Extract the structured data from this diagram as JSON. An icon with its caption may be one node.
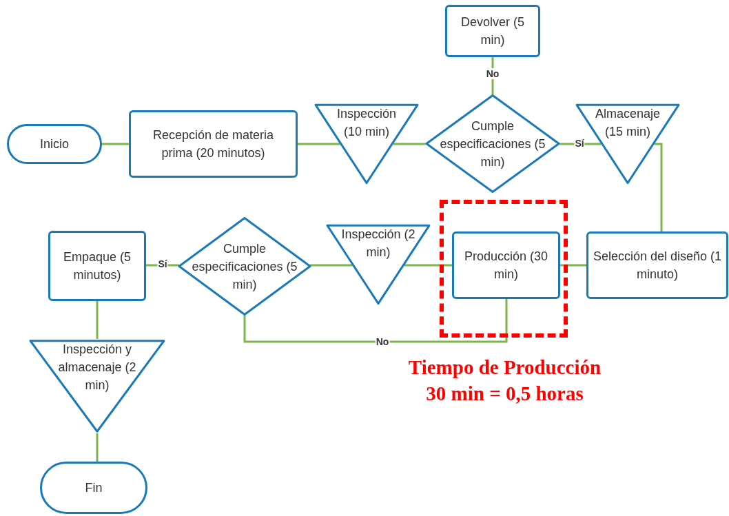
{
  "diagram": {
    "nodes": [
      {
        "text": [
          "Inicio"
        ]
      },
      {
        "text": [
          "Recepción de materia prima (20 minutos)"
        ]
      },
      {
        "text": [
          "Inspección (10 min)"
        ]
      },
      {
        "text": [
          "Cumple especificaciones (5 min)"
        ]
      },
      {
        "text": [
          "Devolver (5 min)"
        ]
      },
      {
        "text": [
          "Almacenaje (15 min)"
        ]
      },
      {
        "text": [
          "Selección del diseño (1 minuto)"
        ]
      },
      {
        "text": [
          "Producción (30 min)"
        ]
      },
      {
        "text": [
          "Inspección (2 min)"
        ]
      },
      {
        "text": [
          "Cumple especificaciones (5 min)"
        ]
      },
      {
        "text": [
          "Empaque (5 minutos)"
        ]
      },
      {
        "text": [
          "Inspección y almacenaje (2 min)"
        ]
      },
      {
        "text": [
          "Fin"
        ]
      }
    ],
    "edges": [
      {
        "from": 0,
        "to": 1,
        "arrow": "none"
      },
      {
        "from": 1,
        "to": 2,
        "arrow": "none"
      },
      {
        "from": 2,
        "to": 3,
        "arrow": "none"
      },
      {
        "from": 3,
        "to": 4,
        "arrow": "none",
        "label": "No"
      },
      {
        "from": 3,
        "to": 5,
        "arrow": "none",
        "label": "Sí"
      },
      {
        "from": 5,
        "to": 6,
        "arrow": "none"
      },
      {
        "from": 6,
        "to": 7,
        "arrow": "none"
      },
      {
        "from": 7,
        "to": 8,
        "arrow": "none"
      },
      {
        "from": 8,
        "to": 9,
        "arrow": "none"
      },
      {
        "from": 9,
        "to": 10,
        "arrow": "none",
        "label": "Sí"
      },
      {
        "from": 9,
        "to": 7,
        "arrow": "none",
        "label": "No"
      },
      {
        "from": 10,
        "to": 11,
        "arrow": "none"
      },
      {
        "from": 11,
        "to": 12,
        "arrow": "none"
      }
    ],
    "labels": [
      "Tiempo de Producción 30 min = 0,5 horas"
    ]
  }
}
